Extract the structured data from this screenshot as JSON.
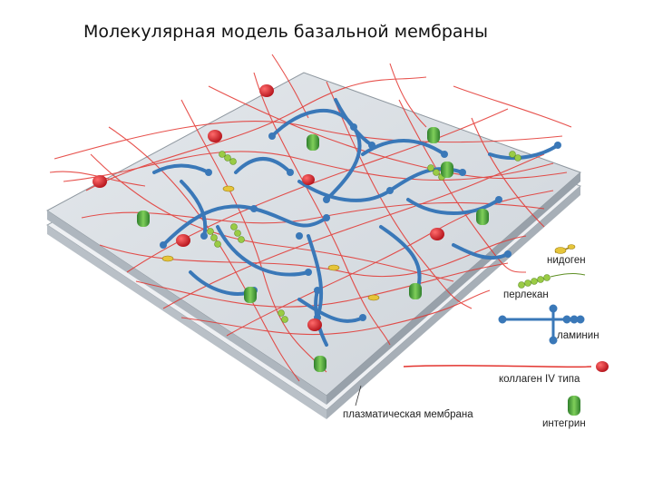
{
  "title": "Молекулярная модель базальной мембраны",
  "legend": {
    "nidogen": "нидоген",
    "perlecan": "перлекан",
    "laminin": "ламинин",
    "collagen": "коллаген IV типа",
    "integrin": "интегрин"
  },
  "membrane_label": "плазматическая мембрана",
  "colors": {
    "collagen": "#e3342f",
    "collagen_head": "#c0151b",
    "laminin": "#3a78b8",
    "perlecan": "#9acb45",
    "integrin": "#3f9a3a",
    "nidogen": "#e6c53a",
    "membrane": "#d8dde3"
  }
}
